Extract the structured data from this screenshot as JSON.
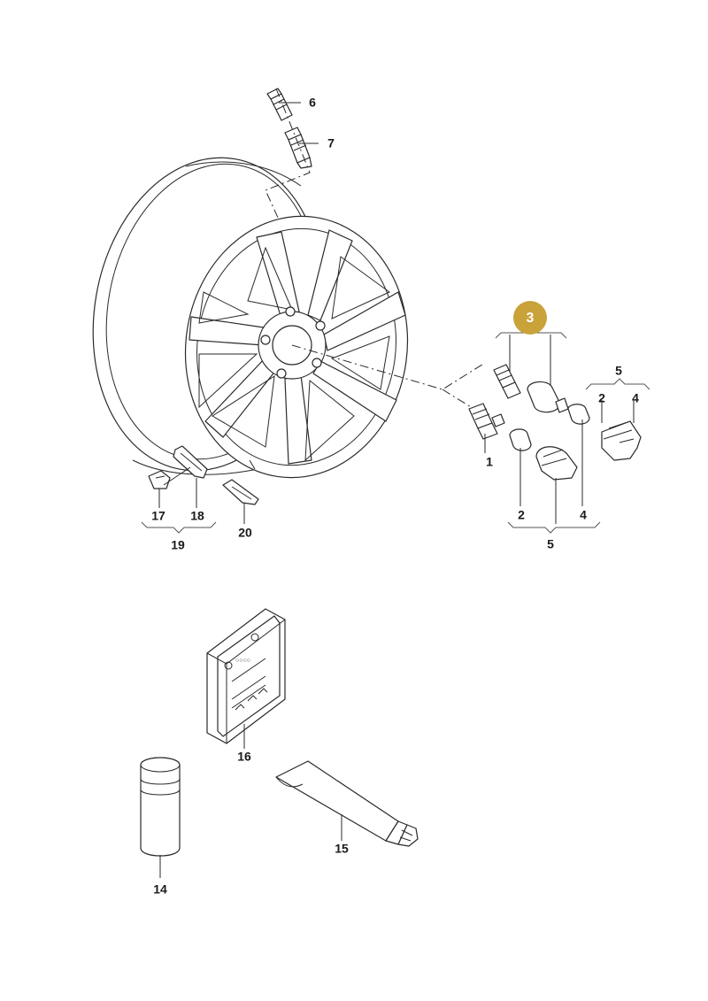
{
  "highlight_color": "#c9a23a",
  "highlight_text_color": "#ffffff",
  "callouts": {
    "c6": "6",
    "c7": "7",
    "c3": "3",
    "c5a": "5",
    "c2a": "2",
    "c4a": "4",
    "c1": "1",
    "c2b": "2",
    "c4b": "4",
    "c5b": "5",
    "c17": "17",
    "c18": "18",
    "c19": "19",
    "c20": "20",
    "c16": "16",
    "c15": "15",
    "c14": "14"
  }
}
